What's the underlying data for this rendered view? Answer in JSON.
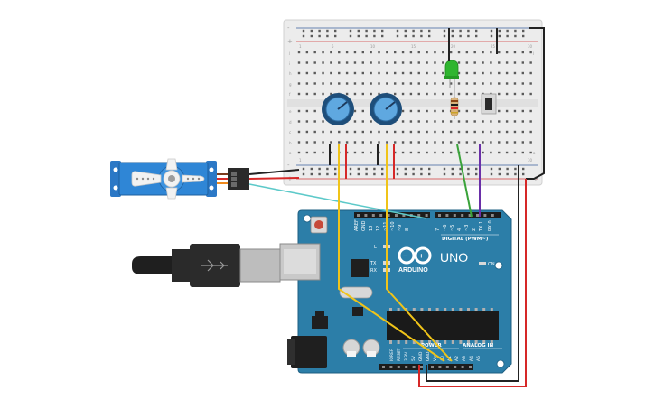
{
  "breadboard": {
    "row_labels_top": [
      "j",
      "i",
      "h",
      "g",
      "f"
    ],
    "row_labels_bottom": [
      "e",
      "d",
      "c",
      "b",
      "a"
    ],
    "column_numbers": [
      "1",
      "5",
      "10",
      "15",
      "20",
      "25",
      "30"
    ],
    "rail_plus": "+",
    "rail_minus": "-"
  },
  "arduino": {
    "logo_text": "ARDUINO",
    "model": "UNO",
    "digital_label": "DIGITAL (PWM~)",
    "analog_label": "ANALOG IN",
    "power_label": "POWER",
    "on_label": "ON",
    "led_labels": [
      "L",
      "TX",
      "RX"
    ],
    "top_pin_labels": [
      "AREF",
      "GND",
      "13",
      "12",
      "~11",
      "~10",
      "~9",
      "8",
      "7",
      "~6",
      "~5",
      "4",
      "~3",
      "2",
      "TX 1",
      "RX 0"
    ],
    "bottom_pin_labels": [
      "IOREF",
      "RESET",
      "3.3V",
      "5V",
      "GND",
      "GND",
      "Vin",
      "A0",
      "A1",
      "A2",
      "A3",
      "A4",
      "A5"
    ]
  },
  "colors": {
    "board": "#2c7ea8",
    "breadboard": "#ececec",
    "rail_red": "#d33b3b",
    "rail_blue": "#3a5f9e",
    "wire_yellow": "#f0c419",
    "wire_red": "#d62828",
    "wire_black": "#222222",
    "wire_green": "#3aa33a",
    "wire_purple": "#6a2fa8",
    "wire_cyan": "#5cc9c9",
    "servo_blue": "#2b78c6",
    "led_green": "#2fb52f"
  }
}
